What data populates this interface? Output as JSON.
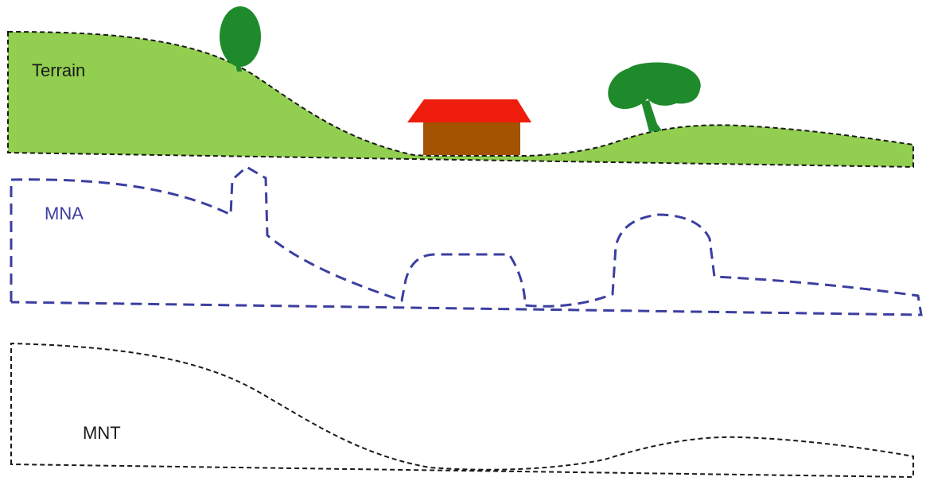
{
  "panels": {
    "terrain": {
      "label": "Terrain",
      "label_color": "#1a1a1a",
      "fill_color": "#92cf50",
      "outline_color": "#1a1a1a"
    },
    "mna": {
      "label": "MNA",
      "label_color": "#3b3f9f",
      "outline_color": "#3b3f9f"
    },
    "mnt": {
      "label": "MNT",
      "label_color": "#1a1a1a",
      "outline_color": "#1a1a1a"
    }
  },
  "objects": {
    "house": {
      "roof_color": "#ee1c0c",
      "wall_color": "#a45300"
    },
    "trees": {
      "foliage_color": "#1f8a2c",
      "trunk_color": "#1f8a2c"
    }
  }
}
